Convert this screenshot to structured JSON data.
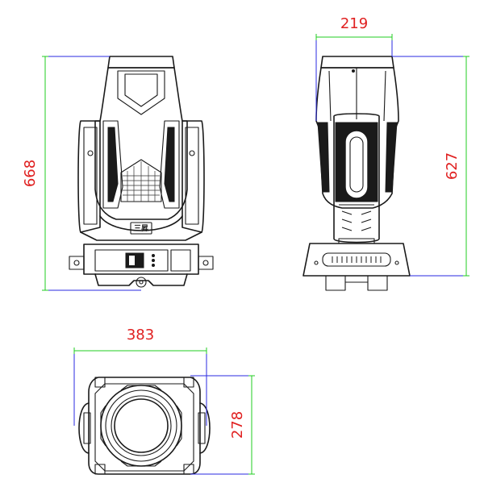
{
  "dimensions": {
    "front_height": "668",
    "side_width": "219",
    "side_height": "627",
    "top_width": "383",
    "top_depth": "278"
  },
  "badge_text": "三昇",
  "colors": {
    "dimension_text": "#e02020",
    "extension_line_green": "#22cc22",
    "extension_line_blue": "#2a2ae0",
    "outline": "#1a1a1a"
  }
}
